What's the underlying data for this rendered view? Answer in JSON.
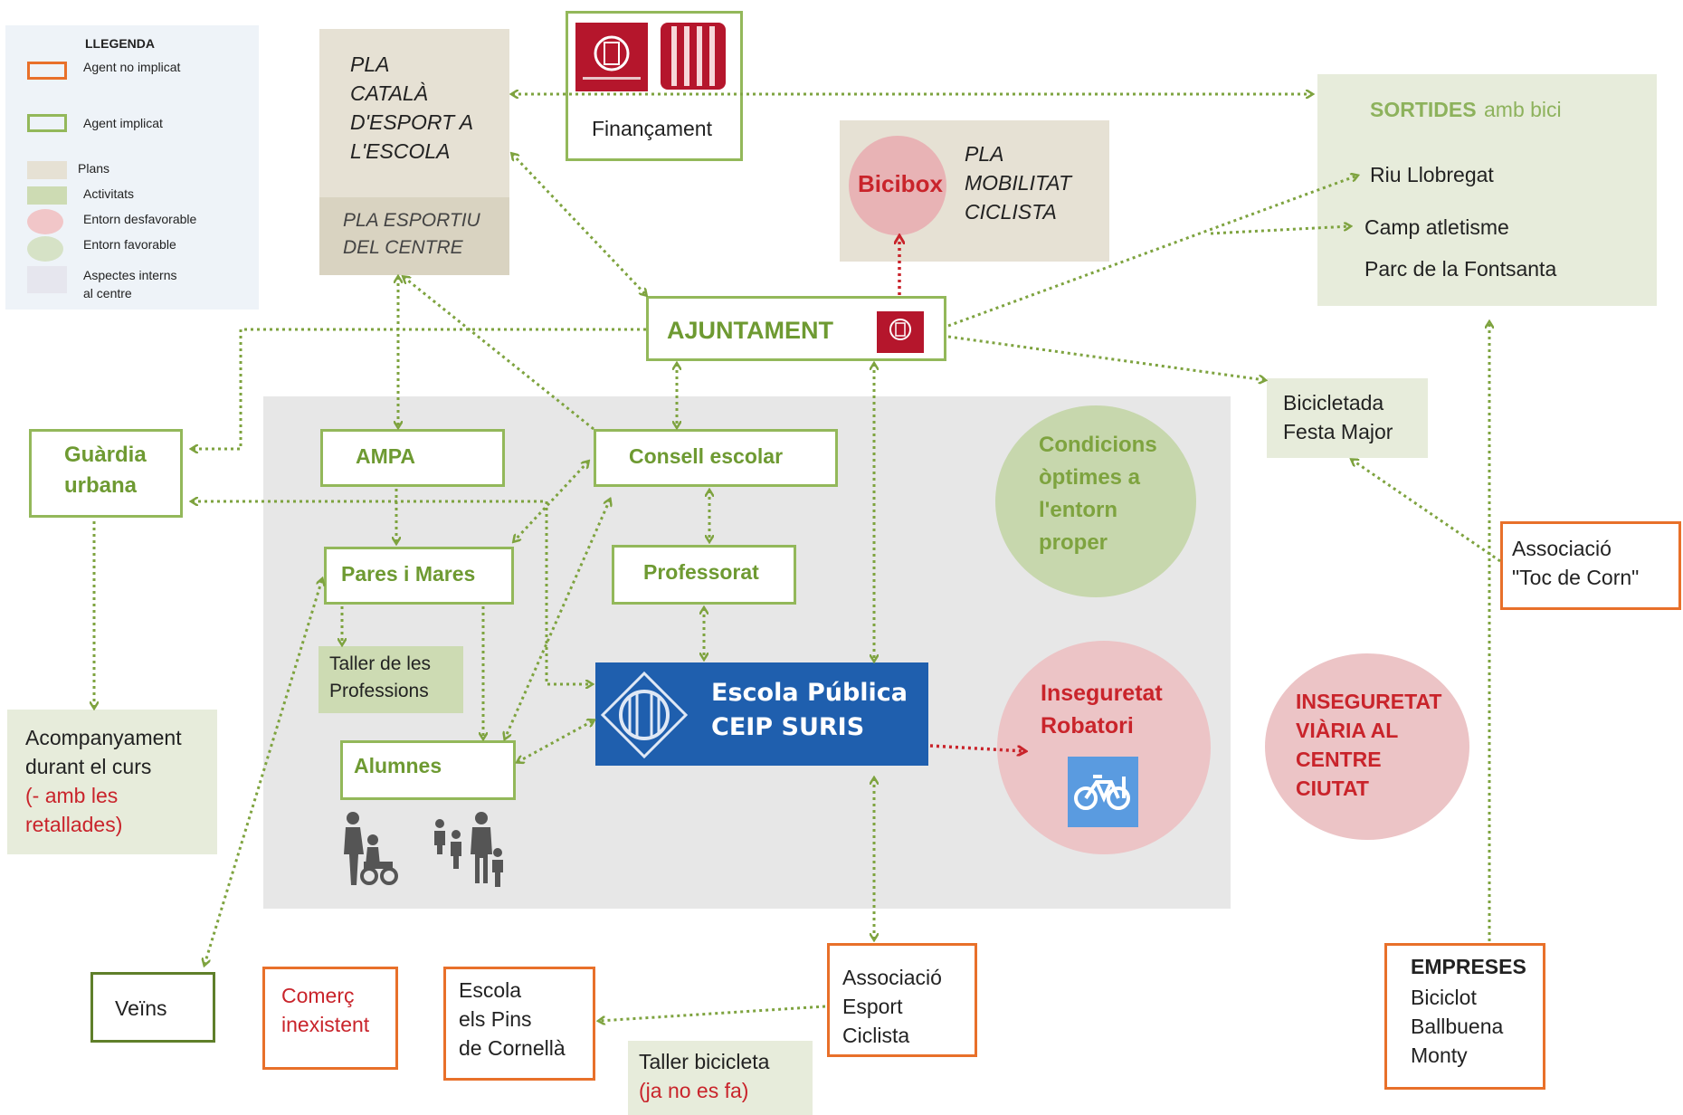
{
  "legend": {
    "title": "LLEGENDA",
    "items": [
      {
        "label": "Agent no implicat",
        "color": "#e8702a"
      },
      {
        "label": "Agent implicat",
        "color": "#93b85a"
      },
      {
        "label": "Plans",
        "color": "#e6e1d4"
      },
      {
        "label": "Activitats",
        "color": "#cddbb3"
      },
      {
        "label": "Entorn desfavorable",
        "color": "#f1c6c8"
      },
      {
        "label": "Entorn favorable",
        "color": "#d6e2c6"
      },
      {
        "label": "Aspectes interns",
        "label2": "al centre",
        "color": "#ebebeb"
      }
    ]
  },
  "plans": {
    "pla_catala": [
      "PLA",
      "CATALÀ",
      "D'ESPORT A",
      "L'ESCOLA"
    ],
    "pla_esportiu": [
      "PLA ESPORTIU",
      "DEL CENTRE"
    ],
    "pla_mobilitat": [
      "PLA",
      "MOBILITAT",
      "CICLISTA"
    ]
  },
  "financament": {
    "label": "Finançament",
    "logos": [
      "ajuntament-cornella-logo",
      "catalonia-flag-logo"
    ]
  },
  "bicibox": "Bicibox",
  "sortides": {
    "title": "SORTIDES",
    "subtitle": "amb bici",
    "items": [
      "Riu Llobregat",
      "Camp atletisme",
      "Parc de la Fontsanta"
    ]
  },
  "ajuntament": "AJUNTAMENT",
  "bicicletada": [
    "Bicicletada",
    "Festa Major"
  ],
  "guardia": [
    "Guàrdia",
    "urbana"
  ],
  "ampa": "AMPA",
  "consell": "Consell escolar",
  "pares": "Pares i Mares",
  "professorat": "Professorat",
  "taller_professions": [
    "Taller de les",
    "Professions"
  ],
  "alumnes": "Alumnes",
  "escola": {
    "line1": "Escola Pública",
    "line2": "CEIP SURIS"
  },
  "condicions": [
    "Condicions",
    "òptimes a",
    "l'entorn",
    "proper"
  ],
  "inseguretat_robatori": [
    "Inseguretat",
    "Robatori"
  ],
  "inseguretat_viaria": [
    "INSEGURETAT",
    "VIÀRIA AL",
    "CENTRE",
    "CIUTAT"
  ],
  "toc_de_corn": [
    "Associació",
    "\"Toc de Corn\""
  ],
  "acompanyament": {
    "lines": [
      "Acompanyament",
      "durant el curs"
    ],
    "note": [
      "(- amb les",
      "retallades)"
    ]
  },
  "veins": "Veïns",
  "comerc": [
    "Comerç",
    "inexistent"
  ],
  "escola_pins": [
    "Escola",
    "els Pins",
    "de Cornellà"
  ],
  "associacio_esport": [
    "Associació",
    "Esport",
    "Ciclista"
  ],
  "taller_bicicleta": {
    "line1": "Taller bicicleta",
    "note": "(ja no es fa)"
  },
  "empreses": {
    "title": "EMPRESES",
    "items": [
      "Biciclot",
      "Ballbuena",
      "Monty"
    ]
  },
  "colors": {
    "green_line": "#7ea33f",
    "red_line": "#c9242b",
    "escola_blue": "#1f5fae"
  }
}
